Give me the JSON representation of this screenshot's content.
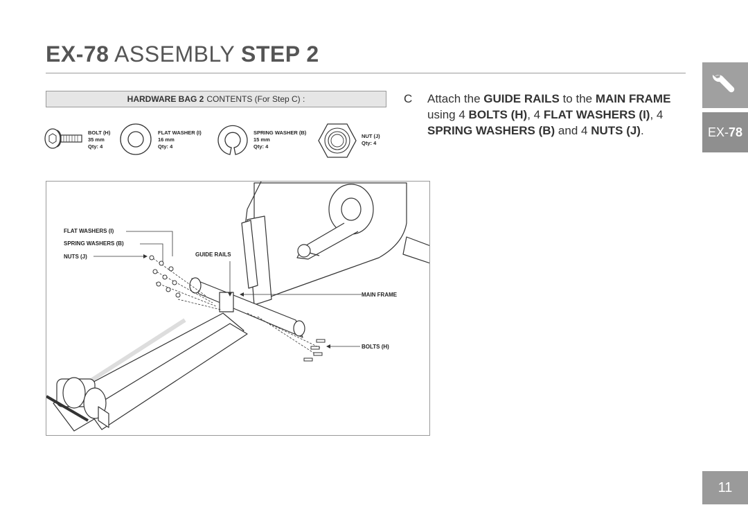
{
  "header": {
    "title_model": "EX-78",
    "title_middle": "ASSEMBLY",
    "title_step": "STEP 2"
  },
  "sidebar": {
    "icon": "wrench-icon",
    "model_light": "EX-",
    "model_bold": "78",
    "page_number": "11"
  },
  "hardware_bag": {
    "title_bold": "HARDWARE BAG 2",
    "title_rest": "CONTENTS (For Step C) :",
    "items": [
      {
        "name": "BOLT (H)",
        "size": "35 mm",
        "qty": "Qty: 4",
        "icon": "bolt-icon"
      },
      {
        "name": "FLAT WASHER (I)",
        "size": "16 mm",
        "qty": "Qty: 4",
        "icon": "flat-washer-icon"
      },
      {
        "name": "SPRING WASHER (B)",
        "size": "15 mm",
        "qty": "Qty: 4",
        "icon": "spring-washer-icon"
      },
      {
        "name": "NUT (J)",
        "qty": "Qty: 4",
        "icon": "nut-icon"
      }
    ]
  },
  "instruction": {
    "letter": "C",
    "t1": "Attach the ",
    "b1": "GUIDE RAILS",
    "t2": " to the ",
    "b2": "MAIN FRAME",
    "t3": " using 4 ",
    "b3": "BOLTS (H)",
    "t4": ", 4 ",
    "b4": "FLAT WASHERS (I)",
    "t5": ", 4 ",
    "b5": "SPRING WASHERS (B)",
    "t6": " and 4 ",
    "b6": "NUTS (J)",
    "t7": "."
  },
  "diagram": {
    "callouts": {
      "flat_washers": "FLAT WASHERS (I)",
      "spring_washers": "SPRING WASHERS (B)",
      "nuts": "NUTS (J)",
      "guide_rails": "GUIDE RAILS",
      "main_frame": "MAIN FRAME",
      "bolts": "BOLTS (H)"
    }
  }
}
